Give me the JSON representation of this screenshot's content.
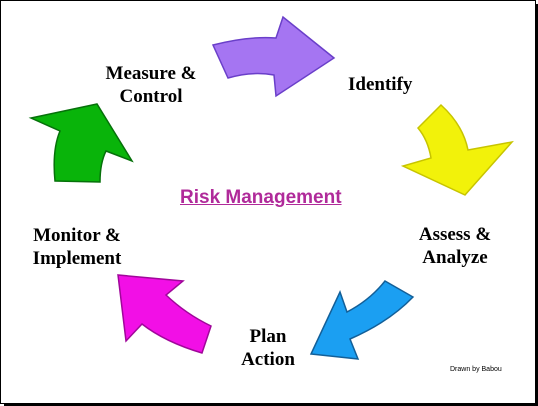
{
  "title": {
    "text": "Risk Management",
    "color": "#b02a9a"
  },
  "steps": [
    {
      "line1": "Identify",
      "line2": "",
      "arrow_color": "#a575f2",
      "arrow_stroke": "#6a3fc9"
    },
    {
      "line1": "Assess &",
      "line2": "Analyze",
      "arrow_color": "#f2f20a",
      "arrow_stroke": "#c7c400"
    },
    {
      "line1": "Plan",
      "line2": "Action",
      "arrow_color": "#1b9ff2",
      "arrow_stroke": "#135f98"
    },
    {
      "line1": "Monitor &",
      "line2": "Implement",
      "arrow_color": "#f20fe6",
      "arrow_stroke": "#a0079a"
    },
    {
      "line1": "Measure &",
      "line2": "Control",
      "arrow_color": "#09b40a",
      "arrow_stroke": "#06710a"
    }
  ],
  "credit": "Drawn by Babou"
}
